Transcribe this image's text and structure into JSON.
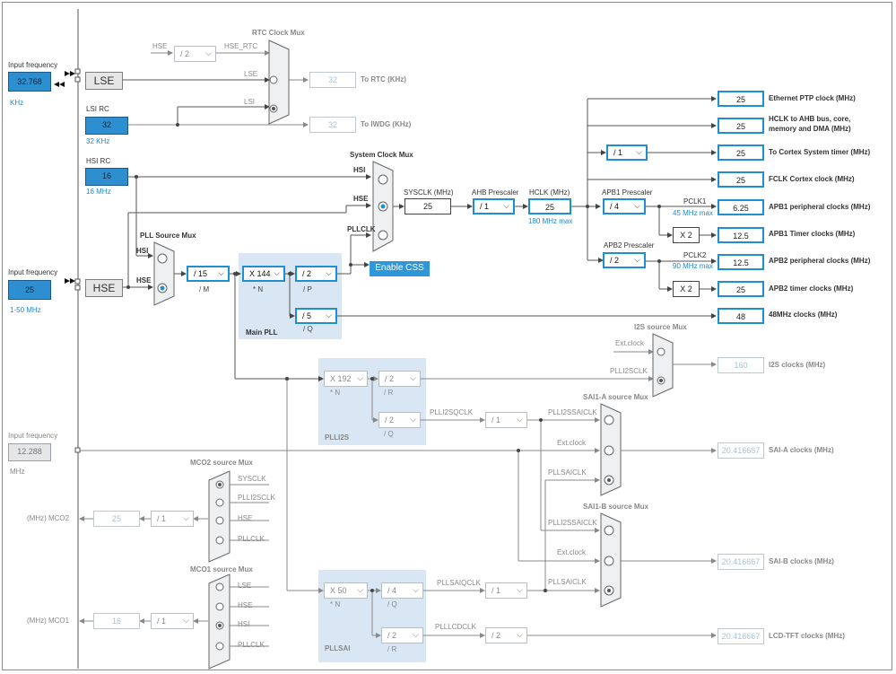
{
  "inputs": {
    "lse_label": "Input frequency",
    "lse_value": "32.768",
    "lse_unit": "KHz",
    "lsi_title": "LSI RC",
    "lsi_value": "32",
    "lsi_unit": "32 KHz",
    "hsi_title": "HSI RC",
    "hsi_value": "16",
    "hsi_unit": "16 MHz",
    "hse_label": "Input frequency",
    "hse_value": "25",
    "hse_range": "1-50 MHz",
    "ext_label": "Input frequency",
    "ext_value": "12.288",
    "ext_unit": "MHz"
  },
  "buttons": {
    "lse": "LSE",
    "hse": "HSE",
    "enable_css": "Enable CSS"
  },
  "rtc": {
    "title": "RTC Clock Mux",
    "hse_in": "HSE",
    "div": "/ 2",
    "hse_rtc": "HSE_RTC",
    "lse": "LSE",
    "lsi": "LSI",
    "rtc_value": "32",
    "rtc_label": "To RTC (KHz)",
    "iwdg_value": "32",
    "iwdg_label": "To IWDG (KHz)"
  },
  "sysmux": {
    "title": "System Clock Mux",
    "hsi": "HSI",
    "hse": "HSE",
    "pllclk": "PLLCLK"
  },
  "pllsrc": {
    "title": "PLL Source Mux",
    "hsi": "HSI",
    "hse": "HSE"
  },
  "mainpll": {
    "m": "/ 15",
    "m_label": "/ M",
    "n": "X 144",
    "n_label": "* N",
    "p": "/ 2",
    "p_label": "/ P",
    "q": "/ 5",
    "q_label": "/ Q",
    "title": "Main PLL"
  },
  "sys": {
    "sysclk_label": "SYSCLK (MHz)",
    "sysclk": "25",
    "ahb_label": "AHB Prescaler",
    "ahb": "/ 1",
    "hclk_label": "HCLK (MHz)",
    "hclk": "25",
    "hclk_max": "180 MHz max"
  },
  "apb": {
    "apb1_label": "APB1 Prescaler",
    "apb1": "/ 4",
    "pclk1": "PCLK1",
    "pclk1_max": "45 MHz max",
    "apb2_label": "APB2 Prescaler",
    "apb2": "/ 2",
    "pclk2": "PCLK2",
    "pclk2_max": "90 MHz max",
    "x2a": "X 2",
    "x2b": "X 2",
    "cortex_div": "/ 1"
  },
  "outputs": [
    {
      "value": "25",
      "label": "Ethernet PTP clock (MHz)"
    },
    {
      "value": "25",
      "label": "HCLK to AHB bus, core,",
      "label2": "memory and DMA (MHz)"
    },
    {
      "value": "25",
      "label": "To Cortex System timer (MHz)"
    },
    {
      "value": "25",
      "label": "FCLK Cortex clock (MHz)"
    },
    {
      "value": "6.25",
      "label": "APB1 peripheral clocks (MHz)"
    },
    {
      "value": "12.5",
      "label": "APB1 Timer clocks (MHz)"
    },
    {
      "value": "12.5",
      "label": "APB2 peripheral clocks (MHz)"
    },
    {
      "value": "25",
      "label": "APB2 timer clocks (MHz)"
    },
    {
      "value": "48",
      "label": "48MHz clocks (MHz)"
    }
  ],
  "i2s": {
    "title": "I2S source Mux",
    "ext": "Ext.clock",
    "plli2sclk": "PLLI2SCLK",
    "value": "160",
    "label": "I2S clocks (MHz)"
  },
  "plli2s": {
    "n": "X 192",
    "n_label": "* N",
    "r": "/ 2",
    "r_label": "/ R",
    "q": "/ 2",
    "q_label": "/ Q",
    "title": "PLLI2S",
    "qclk": "PLLI2SQCLK",
    "div": "/ 1"
  },
  "saia": {
    "title": "SAI1-A source Mux",
    "in1": "PLLI2SSAICLK",
    "in2": "Ext.clock",
    "in3": "PLLSAICLK",
    "value": "20.416667",
    "label": "SAI-A clocks (MHz)"
  },
  "saib": {
    "title": "SAI1-B source Mux",
    "in1": "PLLI2SSAICLK",
    "in2": "Ext.clock",
    "in3": "PLLSAICLK",
    "value": "20.416667",
    "label": "SAI-B clocks (MHz)"
  },
  "pllsai": {
    "n": "X 50",
    "n_label": "* N",
    "q": "/ 4",
    "q_label": "/ Q",
    "r": "/ 2",
    "r_label": "/ R",
    "title": "PLLSAI",
    "qclk": "PLLSAIQCLK",
    "qdiv": "/ 1",
    "lcdclk": "PLLLCDCLK",
    "lcddiv": "/ 2",
    "lcd_value": "20.416667",
    "lcd_label": "LCD-TFT clocks (MHz)"
  },
  "mco2": {
    "title": "MCO2 source Mux",
    "in1": "SYSCLK",
    "in2": "PLLI2SCLK",
    "in3": "HSE",
    "in4": "PLLCLK",
    "label": "(MHz) MCO2",
    "value": "25",
    "div": "/ 1"
  },
  "mco1": {
    "title": "MCO1 source Mux",
    "in1": "LSE",
    "in2": "HSE",
    "in3": "HSI",
    "in4": "PLLCLK",
    "label": "(MHz) MCO1",
    "value": "16",
    "div": "/ 1"
  }
}
